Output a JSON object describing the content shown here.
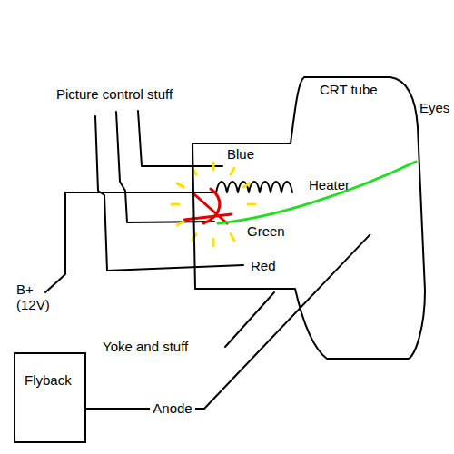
{
  "diagram": {
    "nodes": [
      {
        "text": [
          "CRT tube"
        ]
      },
      {
        "text": [
          "Flyback"
        ]
      }
    ],
    "edges": [
      {
        "from": 1,
        "to": 0,
        "arrow": "none",
        "label": "Anode"
      }
    ],
    "labels": [
      "Picture control stuff",
      "Eyes",
      "Blue",
      "Heater",
      "Green",
      "Red",
      "B+ (12V)",
      "Yoke and stuff"
    ]
  }
}
